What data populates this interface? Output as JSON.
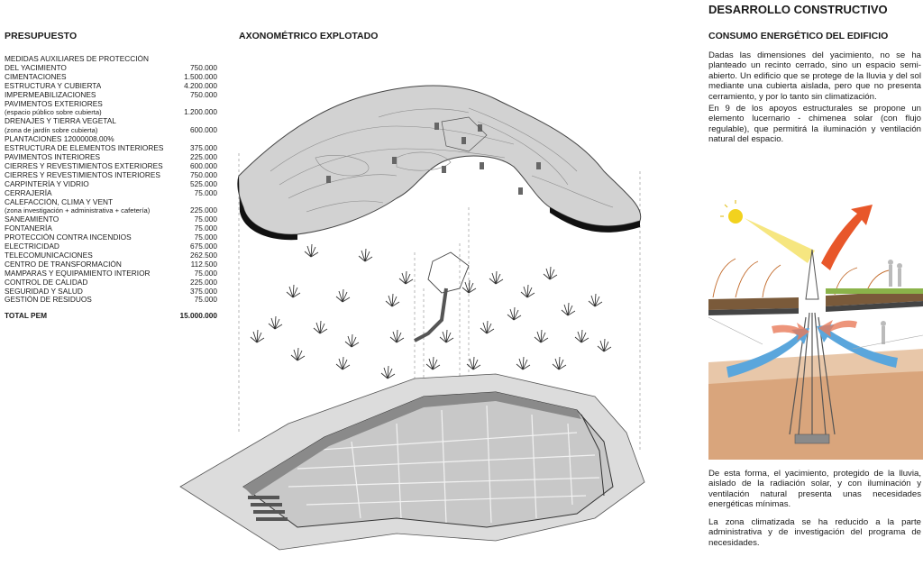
{
  "budget": {
    "title": "PRESUPUESTO",
    "rows": [
      {
        "label": "MEDIDAS AUXILIARES DE PROTECCIÓN",
        "value": ""
      },
      {
        "label": "DEL YACIMIENTO",
        "value": "750.000"
      },
      {
        "label": "CIMENTACIONES",
        "value": "1.500.000"
      },
      {
        "label": "ESTRUCTURA Y CUBIERTA",
        "value": "4.200.000"
      },
      {
        "label": "IMPERMEABILIZACIONES",
        "value": "750.000"
      },
      {
        "label": "PAVIMENTOS EXTERIORES",
        "value": ""
      },
      {
        "label": "(espacio público sobre cubierta)",
        "value": "1.200.000",
        "sub": true
      },
      {
        "label": "DRENAJES Y TIERRA VEGETAL",
        "value": ""
      },
      {
        "label": "(zona de jardín sobre cubierta)",
        "value": "600.000",
        "sub": true
      },
      {
        "label": "PLANTACIONES 12000008,00%",
        "value": ""
      },
      {
        "label": "ESTRUCTURA DE ELEMENTOS INTERIORES",
        "value": "375.000"
      },
      {
        "label": "PAVIMENTOS INTERIORES",
        "value": "225.000"
      },
      {
        "label": "CIERRES Y REVESTIMIENTOS EXTERIORES",
        "value": "600.000"
      },
      {
        "label": "CIERRES Y REVESTIMIENTOS INTERIORES",
        "value": "750.000"
      },
      {
        "label": "CARPINTERÍA Y VIDRIO",
        "value": "525.000"
      },
      {
        "label": "CERRAJERÍA",
        "value": "75.000"
      },
      {
        "label": "CALEFACCIÓN, CLIMA Y VENT",
        "value": ""
      },
      {
        "label": "(zona investigación + administrativa + cafetería)",
        "value": "225.000",
        "sub": true
      },
      {
        "label": "SANEAMIENTO",
        "value": "75.000"
      },
      {
        "label": "FONTANERÍA",
        "value": "75.000"
      },
      {
        "label": "PROTECCIÓN CONTRA INCENDIOS",
        "value": "75.000"
      },
      {
        "label": "ELECTRICIDAD",
        "value": "675.000"
      },
      {
        "label": "TELECOMUNICACIONES",
        "value": "262.500"
      },
      {
        "label": "CENTRO DE TRANSFORMACIÓN",
        "value": "112.500"
      },
      {
        "label": "MAMPARAS Y EQUIPAMIENTO INTERIOR",
        "value": "75.000"
      },
      {
        "label": "CONTROL DE CALIDAD",
        "value": "225.000"
      },
      {
        "label": "SEGURIDAD Y SALUD",
        "value": "375.000"
      },
      {
        "label": "GESTIÓN DE RESIDUOS",
        "value": "75.000"
      }
    ],
    "total_label": "TOTAL PEM",
    "total_value": "15.000.000"
  },
  "axonometric": {
    "title": "AXONOMÉTRICO EXPLOTADO"
  },
  "construction": {
    "title": "DESARROLLO CONSTRUCTIVO",
    "subtitle": "CONSUMO ENERGÉTICO DEL EDIFICIO",
    "p1": "Dadas las dimensiones del yacimiento, no se ha planteado un recinto cerrado, sino un espacio semi-abierto. Un edificio que se protege de la lluvia y del sol mediante una cubierta aislada, pero que no presenta cerramiento, y por lo tanto sin climatización.",
    "p2": "En 9 de los apoyos estructurales se propone un elemento lucernario - chimenea solar (con flujo regulable), que permitirá la iluminación y ventilación natural del espacio.",
    "p3": "De esta forma, el yacimiento, protegido de la lluvia, aislado de la radiación solar, y con iluminación y ventilación natural presenta unas necesidades energéticas mínimas.",
    "p4": "La zona climatizada se ha reducido a la parte administrativa y de investigación del programa de necesidades."
  },
  "colors": {
    "roof": "#d2d2d2",
    "site": "#d9d9d9",
    "earth": "#d9a57c",
    "sun": "#f2d21e",
    "hot_air": "#e8572a",
    "cold_air": "#5aa6dc"
  }
}
